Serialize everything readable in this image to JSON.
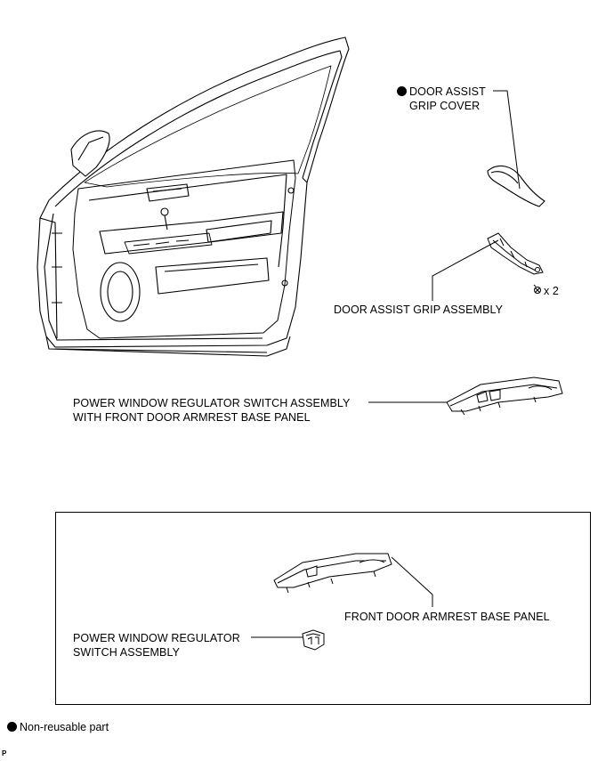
{
  "labels": {
    "grip_cover_line1": "DOOR ASSIST",
    "grip_cover_line2": "GRIP COVER",
    "grip_assembly": "DOOR ASSIST GRIP ASSEMBLY",
    "screw_qty": "x 2",
    "switch_panel_line1": "POWER WINDOW REGULATOR SWITCH ASSEMBLY",
    "switch_panel_line2": "WITH FRONT DOOR ARMREST BASE PANEL",
    "armrest_panel": "FRONT DOOR ARMREST BASE PANEL",
    "switch_line1": "POWER WINDOW REGULATOR",
    "switch_line2": "SWITCH ASSEMBLY"
  },
  "legend": {
    "text": "Non-reusable part"
  },
  "figure_code": "P",
  "colors": {
    "line": "#000000",
    "background": "#ffffff",
    "shade": "#d9d9d9"
  }
}
